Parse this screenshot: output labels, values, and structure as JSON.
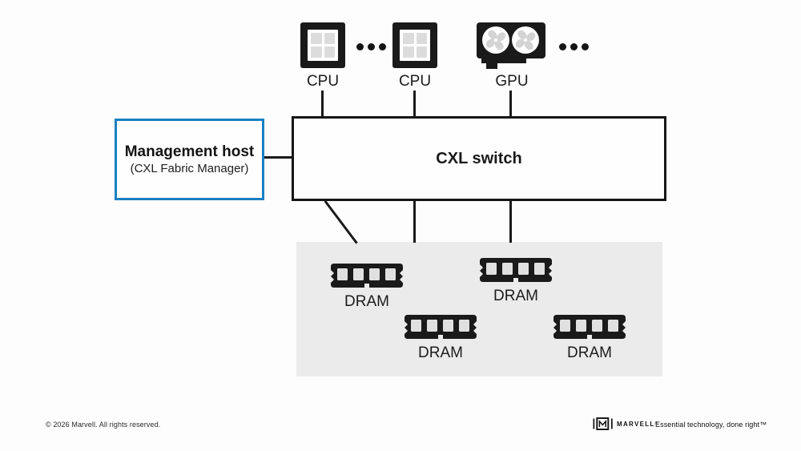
{
  "diagram": {
    "processors": [
      {
        "type": "cpu",
        "label": "CPU"
      },
      {
        "type": "cpu",
        "label": "CPU"
      },
      {
        "type": "gpu",
        "label": "GPU"
      }
    ],
    "management_host": {
      "title": "Management host",
      "subtitle": "(CXL Fabric Manager)"
    },
    "cxl_switch": {
      "label": "CXL switch"
    },
    "dram_modules": [
      "DRAM",
      "DRAM",
      "DRAM",
      "DRAM"
    ],
    "colors": {
      "accent_blue": "#1b7fc2",
      "ink_black": "#1a1a1a",
      "chip_gray": "#dcdcdc",
      "pool_gray": "#ebebeb"
    }
  },
  "footer": {
    "copyright": "© 2026 Marvell. All rights reserved.",
    "logo_text": "MARVELL",
    "logo_reg": "®",
    "tagline": "Essential technology, done right™"
  }
}
